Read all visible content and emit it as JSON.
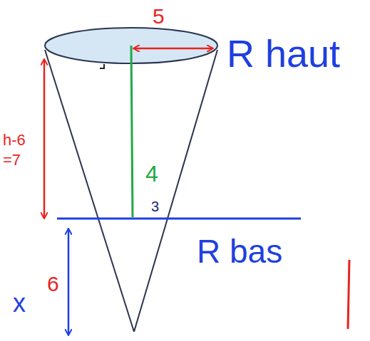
{
  "diagram": {
    "labels": [
      "5",
      "R haut",
      "h-6",
      "=7",
      "4",
      "3",
      "R bas",
      "x",
      "6"
    ]
  }
}
